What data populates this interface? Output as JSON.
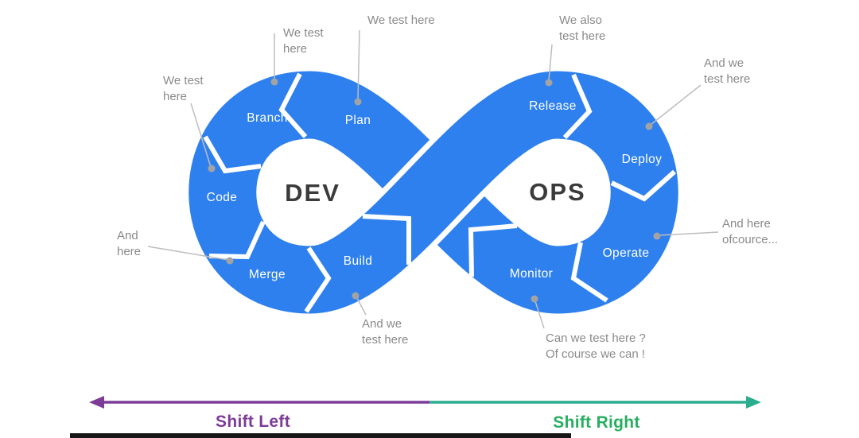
{
  "colors": {
    "blue": "#2E80EE",
    "gray_text": "#8A8A8A",
    "leader_line": "#BDBDBD",
    "dot": "#A3A3A3",
    "hub_text": "#3B3B3B",
    "purple": "#7D3C98",
    "green": "#27AE60",
    "teal_arrow": "#2BAE8F",
    "bottom_bar": "#161616"
  },
  "diagram": {
    "dev_label": "DEV",
    "ops_label": "OPS",
    "stages": {
      "branch": "Branch",
      "plan": "Plan",
      "code": "Code",
      "merge": "Merge",
      "build": "Build",
      "release": "Release",
      "deploy": "Deploy",
      "operate": "Operate",
      "monitor": "Monitor"
    },
    "annotations": {
      "code_note": "We test\nhere",
      "branch_note": "We test\nhere",
      "plan_note": "We test here",
      "release_note": "We also\ntest here",
      "deploy_note": "And we\ntest here",
      "operate_note": "And here\nofcource...",
      "merge_note": "And\nhere",
      "build_note": "And we\ntest here",
      "monitor_note": "Can we test here ?\nOf course we can !"
    }
  },
  "footer": {
    "shift_left": "Shift Left",
    "shift_right": "Shift Right"
  }
}
